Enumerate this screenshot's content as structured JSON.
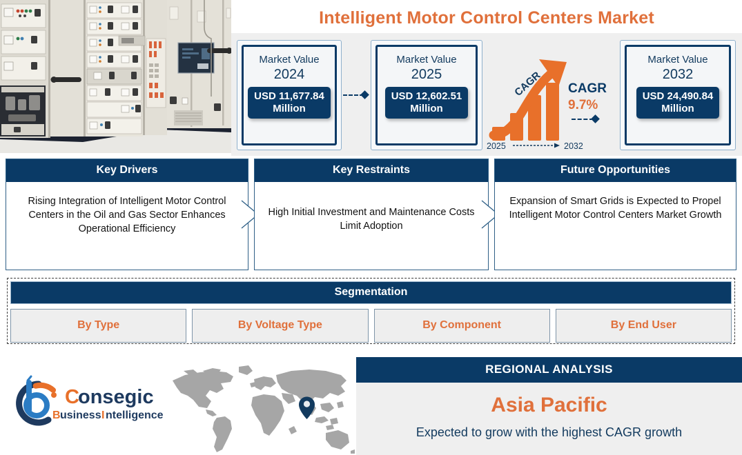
{
  "header": {
    "title": "Intelligent Motor Control Centers Market",
    "photo_alt": "motor-control-center-switchgear-room"
  },
  "market_values": [
    {
      "label": "Market Value",
      "year": "2024",
      "value": "USD 11,677.84",
      "unit": "Million"
    },
    {
      "label": "Market Value",
      "year": "2025",
      "value": "USD 12,602.51",
      "unit": "Million"
    },
    {
      "label": "Market Value",
      "year": "2032",
      "value": "USD 24,490.84",
      "unit": "Million"
    }
  ],
  "cagr": {
    "arrow_label": "CAGR",
    "label": "CAGR",
    "value": "9.7%",
    "start_year": "2025",
    "end_year": "2032"
  },
  "panels": [
    {
      "title": "Key Drivers",
      "text": "Rising Integration of Intelligent Motor Control Centers in the Oil and Gas Sector Enhances Operational Efficiency"
    },
    {
      "title": "Key Restraints",
      "text": "High Initial Investment and Maintenance Costs Limit Adoption"
    },
    {
      "title": "Future Opportunities",
      "text": "Expansion of Smart Grids is Expected to Propel Intelligent Motor Control Centers Market Growth"
    }
  ],
  "segmentation": {
    "title": "Segmentation",
    "categories": [
      "By Type",
      "By Voltage Type",
      "By Component",
      "By End User"
    ]
  },
  "regional": {
    "title": "REGIONAL ANALYSIS",
    "region": "Asia Pacific",
    "subtitle": "Expected to grow with the highest CAGR growth"
  },
  "brand": {
    "name_orange": "C",
    "name_rest": "onsegic",
    "tagline_b": "B",
    "tagline_usiness": "usiness ",
    "tagline_i": "I",
    "tagline_ntelligence": "ntelligence"
  },
  "colors": {
    "navy": "#0A3A66",
    "orange": "#E0703B",
    "gray_band": "#efefef",
    "map_gray": "#a6a6a6",
    "blue_accent": "#2B7CC4"
  }
}
